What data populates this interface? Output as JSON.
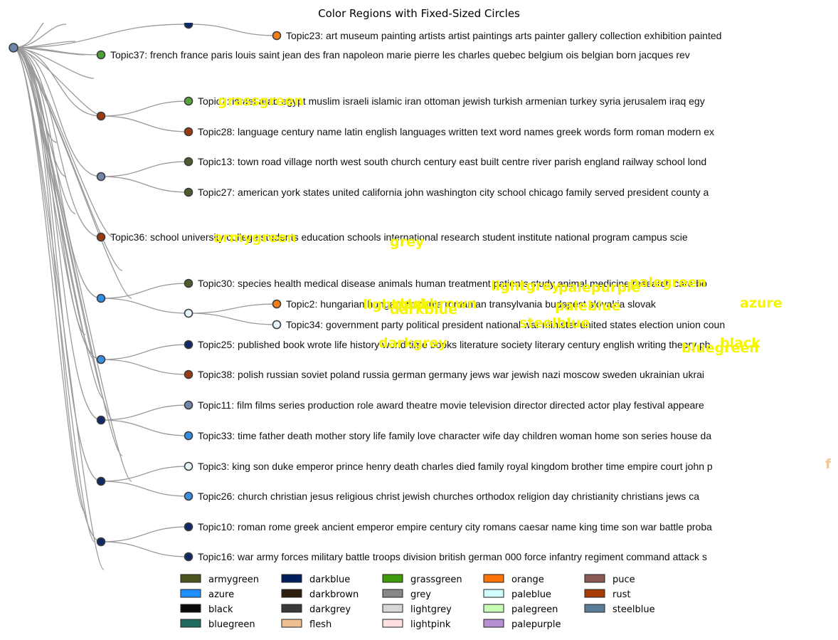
{
  "title": "Color Regions with Fixed-Sized Circles",
  "root": {
    "color": "#6b86a8"
  },
  "internal_nodes": [
    {
      "id": "n_top",
      "color": "#0d2a6b"
    },
    {
      "id": "n1",
      "color": "#9a3a10"
    },
    {
      "id": "n2",
      "color": "#7087a6"
    },
    {
      "id": "n3",
      "color": "#2f8de4"
    },
    {
      "id": "n3b",
      "color": "#e6f6fb"
    },
    {
      "id": "n4",
      "color": "#3a8fe0"
    },
    {
      "id": "n5",
      "color": "#0f2a66"
    },
    {
      "id": "n6",
      "color": "#0f2a66"
    },
    {
      "id": "n7",
      "color": "#0f2a66"
    }
  ],
  "topics": [
    {
      "label": "Topic23: art museum painting artists artist paintings arts painter gallery collection exhibition painted",
      "color": "#f07f1a"
    },
    {
      "label": "Topic37: french france paris louis saint jean des fran napoleon marie pierre les charles quebec belgium ois belgian born jacques rev",
      "color": "#4e9f35"
    },
    {
      "label": "Topic7: israel arab egypt muslim israeli islamic iran ottoman jewish turkish armenian turkey syria jerusalem iraq egy",
      "color": "#58a23a"
    },
    {
      "label": "Topic28: language century name latin english languages written text word names greek words form roman modern ex",
      "color": "#9a3a10"
    },
    {
      "label": "Topic13: town road village north west south church century east built centre river parish england railway school lond",
      "color": "#4d5b2e"
    },
    {
      "label": "Topic27: american york states united california john washington city school chicago family served president county a",
      "color": "#4d5b2e"
    },
    {
      "label": "Topic36: school university college students education schools international research student institute national program campus scie",
      "color": "#9a3a10"
    },
    {
      "label": "Topic30: species health medical disease animals human treatment patients study animal medicine research care bo",
      "color": "#4d5b2e"
    },
    {
      "label": "Topic2: hungarian hungary romania romanian transylvania budapest slovakia slovak",
      "color": "#f07f1a"
    },
    {
      "label": "Topic34: government party political president national war minister united states election union coun",
      "color": "#e6f6fb"
    },
    {
      "label": "Topic25: published book wrote life history world time books literature society literary century english writing theory ph",
      "color": "#0f2a66"
    },
    {
      "label": "Topic38: polish russian soviet poland russia german germany jews war jewish nazi moscow sweden ukrainian ukrai",
      "color": "#9a3a10"
    },
    {
      "label": "Topic11: film films series production role award theatre movie television director directed actor play festival appeare",
      "color": "#6f88aa"
    },
    {
      "label": "Topic33: time father death mother story life family love character wife day children woman home son series house da",
      "color": "#2f8de4"
    },
    {
      "label": "Topic3: king son duke emperor prince henry death charles died family royal kingdom brother time empire court john p",
      "color": "#e6f6fb"
    },
    {
      "label": "Topic26: church christian jesus religious christ jewish churches orthodox religion day christianity christians jews ca",
      "color": "#3a8fe0"
    },
    {
      "label": "Topic10: roman rome greek ancient emperor empire century city romans caesar name king time son war battle proba",
      "color": "#0f2a66"
    },
    {
      "label": "Topic16: war army forces military battle troops division british german 000 force infantry regiment command attack s",
      "color": "#0f2a66"
    }
  ],
  "overlay_labels": [
    "grassgreen",
    "armygreen",
    "grey",
    "lightgrey",
    "palegreen",
    "palepurple",
    "lightpink",
    "darkbrown",
    "darkblue",
    "paleblue",
    "azure",
    "steelblue",
    "darkgrey",
    "bluegreen",
    "black",
    "flesh"
  ],
  "legend": [
    {
      "name": "armygreen",
      "color": "#4b5320"
    },
    {
      "name": "azure",
      "color": "#1f8fff"
    },
    {
      "name": "black",
      "color": "#0a0a0a"
    },
    {
      "name": "bluegreen",
      "color": "#1f6b60"
    },
    {
      "name": "darkblue",
      "color": "#001f5c"
    },
    {
      "name": "darkbrown",
      "color": "#2f1f0f"
    },
    {
      "name": "darkgrey",
      "color": "#3a3a3a"
    },
    {
      "name": "flesh",
      "color": "#f0c090"
    },
    {
      "name": "grassgreen",
      "color": "#3f9b0b"
    },
    {
      "name": "grey",
      "color": "#888888"
    },
    {
      "name": "lightgrey",
      "color": "#d8d8d8"
    },
    {
      "name": "lightpink",
      "color": "#ffe0e0"
    },
    {
      "name": "orange",
      "color": "#f97306"
    },
    {
      "name": "paleblue",
      "color": "#d0fefe"
    },
    {
      "name": "palegreen",
      "color": "#c7fdb5"
    },
    {
      "name": "palepurple",
      "color": "#b790d4"
    },
    {
      "name": "puce",
      "color": "#8a5a52"
    },
    {
      "name": "rust",
      "color": "#a83c09"
    },
    {
      "name": "steelblue",
      "color": "#5a7d9a"
    }
  ]
}
